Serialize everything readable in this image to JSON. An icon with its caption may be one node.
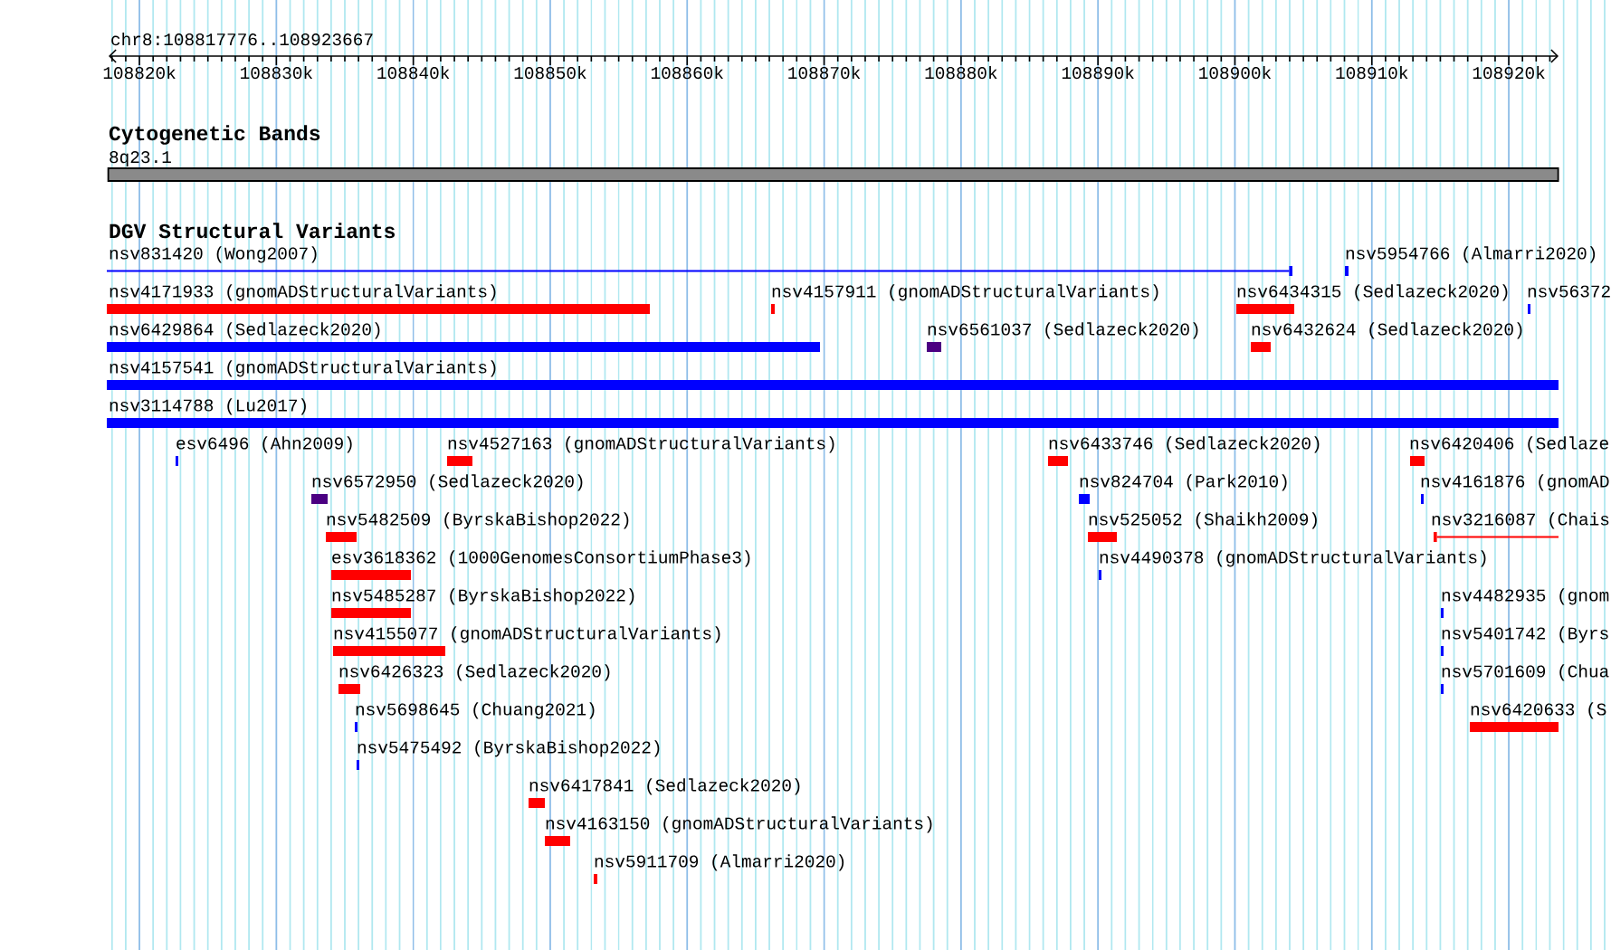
{
  "diagram": {
    "nodes": [
      {
        "text": [
          "8q23.1"
        ]
      },
      {
        "text": [
          "nsv831420 (Wong2007)"
        ]
      },
      {
        "text": [
          "nsv5954766 (Almarri2020)"
        ]
      },
      {
        "text": [
          "nsv4171933 (gnomADStructuralVariants)"
        ]
      },
      {
        "text": [
          "nsv4157911 (gnomADStructuralVariants)"
        ]
      },
      {
        "text": [
          "nsv6434315 (Sedlazeck2020)"
        ]
      },
      {
        "text": [
          "nsv56372"
        ]
      },
      {
        "text": [
          "nsv6429864 (Sedlazeck2020)"
        ]
      },
      {
        "text": [
          "nsv6561037 (Sedlazeck2020)"
        ]
      },
      {
        "text": [
          "nsv6432624 (Sedlazeck2020)"
        ]
      },
      {
        "text": [
          "nsv4157541 (gnomADStructuralVariants)"
        ]
      },
      {
        "text": [
          "nsv3114788 (Lu2017)"
        ]
      },
      {
        "text": [
          "esv6496 (Ahn2009)"
        ]
      },
      {
        "text": [
          "nsv4527163 (gnomADStructuralVariants)"
        ]
      },
      {
        "text": [
          "nsv6433746 (Sedlazeck2020)"
        ]
      },
      {
        "text": [
          "nsv6420406 (Sedlaze"
        ]
      },
      {
        "text": [
          "nsv6572950 (Sedlazeck2020)"
        ]
      },
      {
        "text": [
          "nsv824704 (Park2010)"
        ]
      },
      {
        "text": [
          "nsv4161876 (gnomAD"
        ]
      },
      {
        "text": [
          "nsv5482509 (ByrskaBishop2022)"
        ]
      },
      {
        "text": [
          "nsv525052 (Shaikh2009)"
        ]
      },
      {
        "text": [
          "nsv3216087 (Chais"
        ]
      },
      {
        "text": [
          "esv3618362 (1000GenomesConsortiumPhase3)"
        ]
      },
      {
        "text": [
          "nsv4490378 (gnomADStructuralVariants)"
        ]
      },
      {
        "text": [
          "nsv5485287 (ByrskaBishop2022)"
        ]
      },
      {
        "text": [
          "nsv4482935 (gnom"
        ]
      },
      {
        "text": [
          "nsv4155077 (gnomADStructuralVariants)"
        ]
      },
      {
        "text": [
          "nsv5401742 (Byrs"
        ]
      },
      {
        "text": [
          "nsv6426323 (Sedlazeck2020)"
        ]
      },
      {
        "text": [
          "nsv5701609 (Chua"
        ]
      },
      {
        "text": [
          "nsv5698645 (Chuang2021)"
        ]
      },
      {
        "text": [
          "nsv6420633 (S"
        ]
      },
      {
        "text": [
          "nsv5475492 (ByrskaBishop2022)"
        ]
      },
      {
        "text": [
          "nsv6417841 (Sedlazeck2020)"
        ]
      },
      {
        "text": [
          "nsv4163150 (gnomADStructuralVariants)"
        ]
      },
      {
        "text": [
          "nsv5911709 (Almarri2020)"
        ]
      }
    ],
    "labels": [
      "chr8:108817776..108923667",
      "108820k",
      "108830k",
      "108840k",
      "108850k",
      "108860k",
      "108870k",
      "108880k",
      "108890k",
      "108900k",
      "108910k",
      "108920k",
      "Cytogenetic Bands",
      "DGV Structural Variants"
    ]
  }
}
